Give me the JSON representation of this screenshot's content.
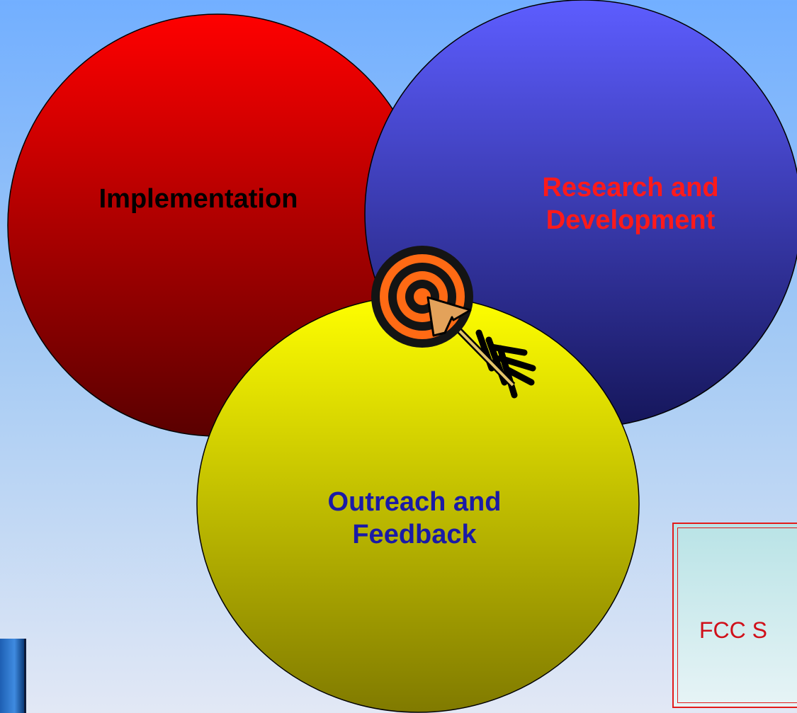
{
  "circles": [
    {
      "id": "implementation",
      "label": "Implementation",
      "fill_top": "#ff0000",
      "fill_bottom": "#5a0000",
      "text_color": "#000000"
    },
    {
      "id": "research",
      "label": "Research and\nDevelopment",
      "fill_top": "#5d5dff",
      "fill_bottom": "#15165a",
      "text_color": "#ff1a1a"
    },
    {
      "id": "outreach",
      "label": "Outreach and\nFeedback",
      "fill_top": "#ffff00",
      "fill_bottom": "#807a00",
      "text_color": "#1a1aa6"
    }
  ],
  "fcc_box": {
    "text": "FCC S",
    "text_color": "#d0101a",
    "border_color": "#e21b1b"
  },
  "target_icon": {
    "ring_dark": "#141414",
    "ring_orange": "#ff6a14",
    "arrow_fill": "#e3a25a"
  }
}
